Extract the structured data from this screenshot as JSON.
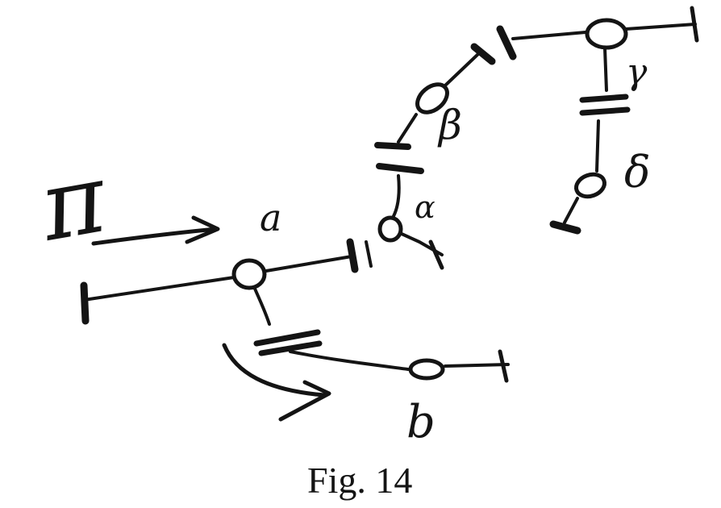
{
  "figure": {
    "caption": "Fig. 14",
    "labels": {
      "pi": "π",
      "a": "a",
      "alpha": "α",
      "beta": "β",
      "gamma": "γ",
      "delta": "δ",
      "b": "b"
    },
    "ink_color": "#141414",
    "background": "#ffffff"
  }
}
